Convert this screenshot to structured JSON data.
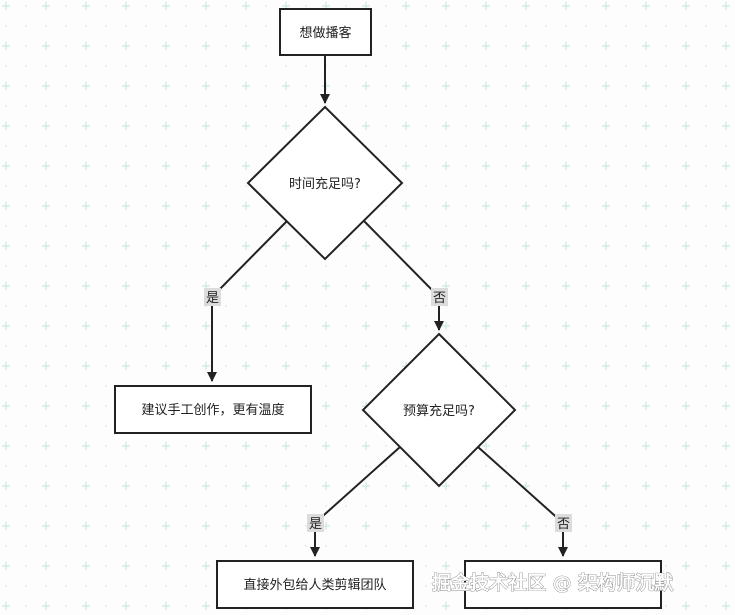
{
  "flowchart": {
    "nodes": {
      "start": {
        "label": "想做播客"
      },
      "q_time": {
        "label": "时间充足吗?"
      },
      "handmade": {
        "label": "建议手工创作，更有温度"
      },
      "q_budget": {
        "label": "预算充足吗?"
      },
      "outsource": {
        "label": "直接外包给人类剪辑团队"
      },
      "hidden_box": {
        "label": ""
      }
    },
    "edges": {
      "time_yes": {
        "label": "是"
      },
      "time_no": {
        "label": "否"
      },
      "budget_yes": {
        "label": "是"
      },
      "budget_no": {
        "label": "否"
      }
    }
  },
  "watermark": {
    "text": "掘金技术社区 @ 架构师沉默"
  },
  "colors": {
    "stroke": "#222222",
    "edge_label_bg": "#dcdcdc",
    "grid_cross": "#d2ebe2"
  }
}
